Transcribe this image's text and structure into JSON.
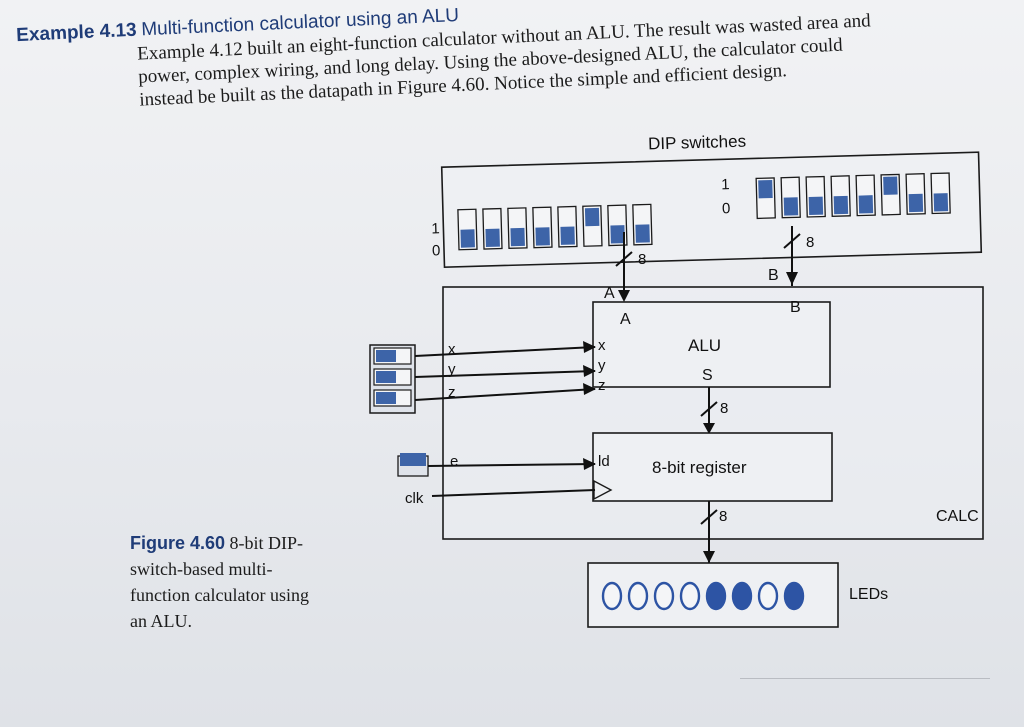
{
  "example": {
    "label": "Example 4.13",
    "title": "Multi-function calculator using an ALU",
    "lines": [
      "Example 4.12 built an eight-function calculator without an ALU. The result was wasted area and",
      "power, complex wiring, and long delay. Using the above-designed ALU, the calculator could",
      "instead be built as the datapath in Figure 4.60. Notice the simple and efficient design."
    ]
  },
  "figure": {
    "label": "Figure 4.60",
    "caption_lines": [
      "8-bit DIP-",
      "switch-based multi-",
      "function calculator using",
      "an ALU."
    ]
  },
  "diagram": {
    "dip_label": "DIP switches",
    "left_switch_one": "1",
    "left_switch_zero": "0",
    "right_switch_one": "1",
    "right_switch_zero": "0",
    "bus_width_a": "8",
    "bus_width_b": "8",
    "bus_width_alu_out": "8",
    "bus_width_reg_out": "8",
    "a_outer": "A",
    "b_outer": "B",
    "x_outer": "x",
    "y_outer": "y",
    "z_outer": "z",
    "e_outer": "e",
    "clk_label": "clk",
    "alu": {
      "a_port": "A",
      "b_port": "B",
      "x_port": "x",
      "y_port": "y",
      "z_port": "z",
      "title": "ALU",
      "s_port": "S"
    },
    "register": {
      "ld_port": "ld",
      "title": "8-bit register"
    },
    "calc_label": "CALC",
    "leds_label": "LEDs",
    "led_values": [
      0,
      0,
      0,
      0,
      1,
      1,
      0,
      1
    ],
    "left_switch_values": [
      0,
      0,
      0,
      0,
      0,
      1,
      0,
      0
    ],
    "right_switch_values": [
      1,
      0,
      0,
      0,
      0,
      1,
      0,
      0
    ]
  },
  "colors": {
    "accent_blue": "#1f3c78",
    "switch_blue": "#3d64a8",
    "led_blue": "#2d54a4"
  }
}
